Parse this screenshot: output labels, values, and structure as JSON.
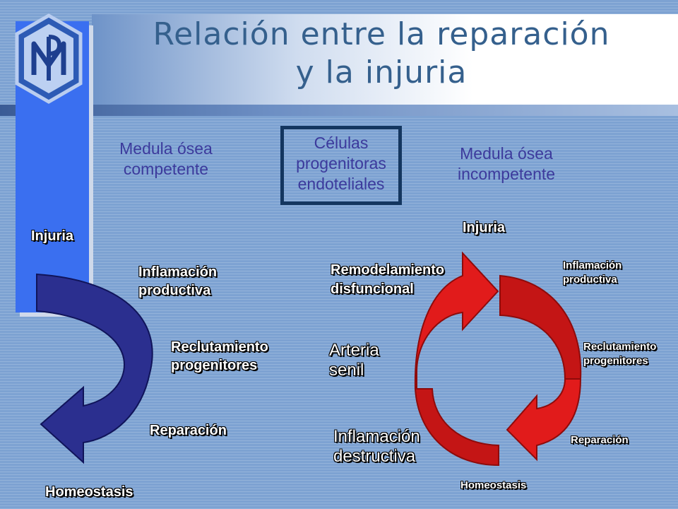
{
  "title": {
    "line1": "Relación entre la reparación",
    "line2": "y la injuria"
  },
  "captions": {
    "left": {
      "line1": "Medula ósea",
      "line2": "competente"
    },
    "center": {
      "line1": "Células",
      "line2": "progenitoras",
      "line3": "endoteliales"
    },
    "right": {
      "line1": "Medula ósea",
      "line2": "incompetente"
    }
  },
  "left_cycle": {
    "injuria": "Injuria",
    "inflamacion": {
      "line1": "Inflamación",
      "line2": "productiva"
    },
    "reclutamiento": {
      "line1": "Reclutamiento",
      "line2": "progenitores"
    },
    "reparacion": "Reparación",
    "homeostasis": "Homeostasis"
  },
  "right_cycle": {
    "injuria": "Injuria",
    "remodelamiento": {
      "line1": "Remodelamiento",
      "line2": "disfuncional"
    },
    "inflamacion": {
      "line1": "Inflamación",
      "line2": "productiva"
    },
    "reclutamiento": {
      "line1": "Reclutamiento",
      "line2": "progenitores"
    },
    "arteria": {
      "line1": "Arteria",
      "line2": "senil"
    },
    "inflamacion_destructiva": {
      "line1": "Inflamación",
      "line2": "destructiva"
    },
    "reparacion": "Reparación",
    "homeostasis": "Homeostasis"
  },
  "colors": {
    "background": "#7da2d2",
    "title": "#35608d",
    "left_arrow": "#2b2f8f",
    "right_arrows": "#e11b1b",
    "caption": "#3c3a9c"
  }
}
